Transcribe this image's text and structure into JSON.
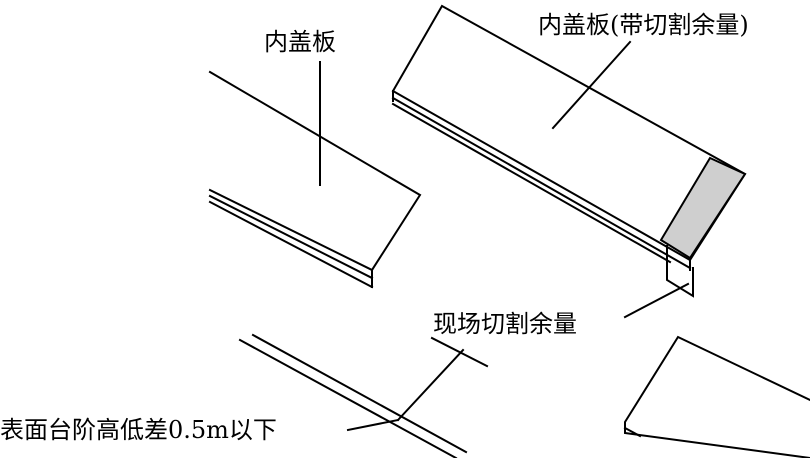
{
  "labels": {
    "inner_cover_plate": "内盖板",
    "inner_cover_plate_with_allowance": "内盖板(带切割余量)",
    "site_cut_allowance": "现场切割余量",
    "surface_step_difference": "表面台阶高低差0.5m以下"
  },
  "colors": {
    "line": "#000000",
    "allowance_fill": "#cfcfcf",
    "background": "#ffffff"
  }
}
